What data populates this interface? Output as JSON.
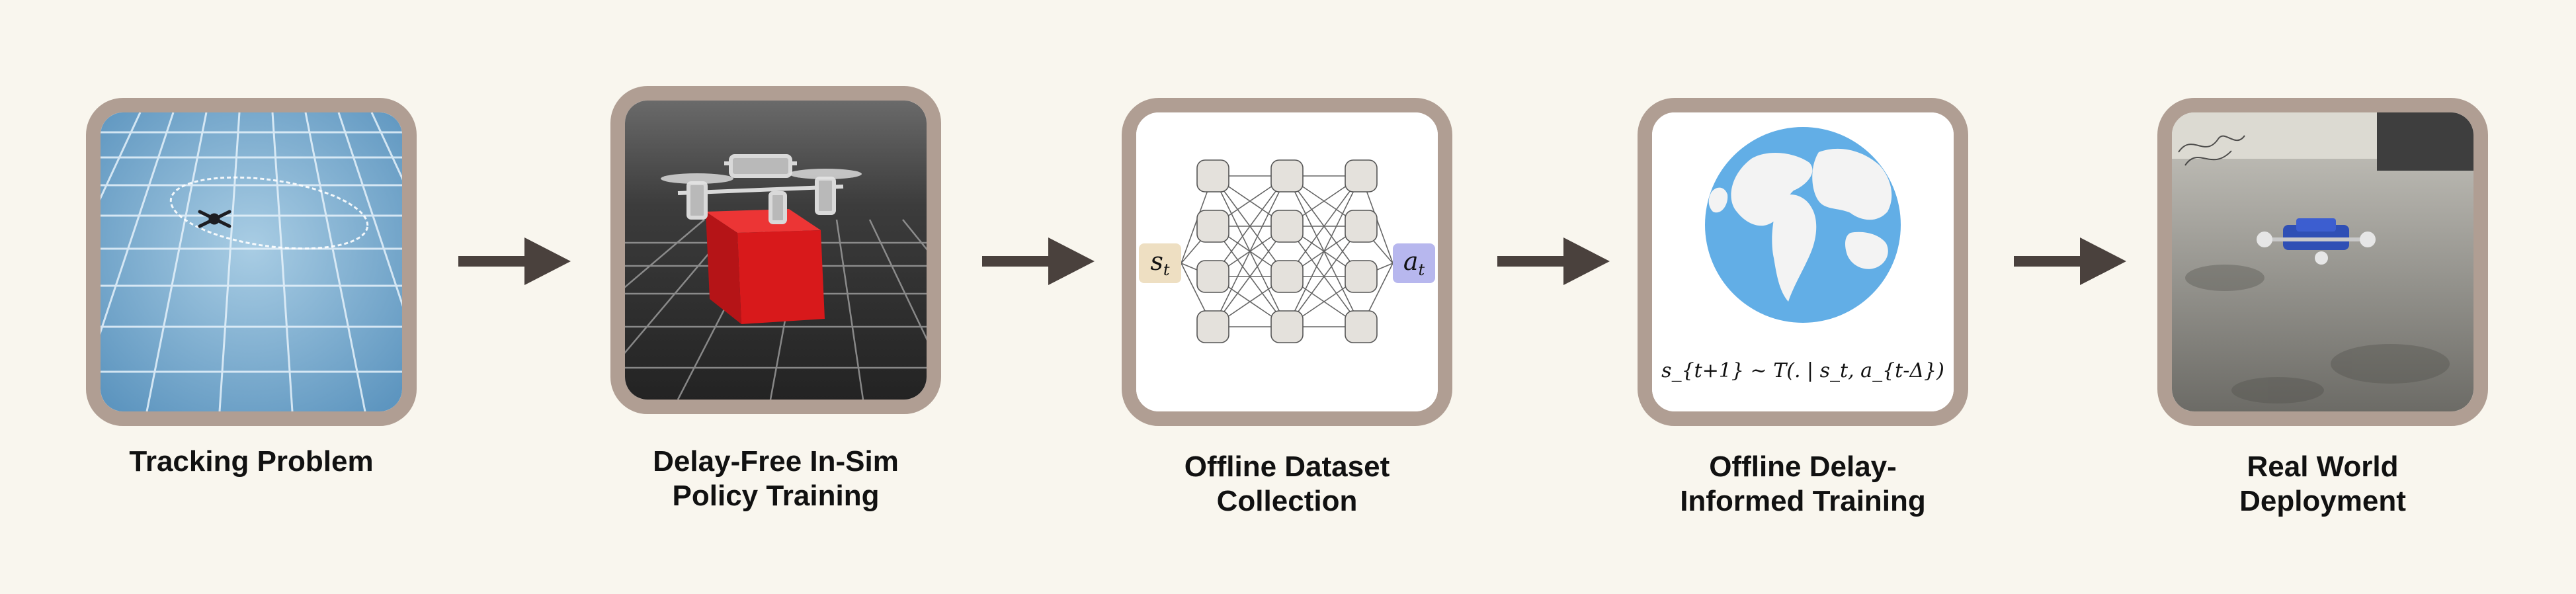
{
  "stages": [
    {
      "id": "tracking",
      "label_lines": [
        "Tracking Problem"
      ]
    },
    {
      "id": "sim-training",
      "label_lines": [
        "Delay-Free In-Sim",
        "Policy Training"
      ]
    },
    {
      "id": "dataset",
      "label_lines": [
        "Offline Dataset",
        "Collection"
      ],
      "input_symbol": "s",
      "input_sub": "t",
      "output_symbol": "a",
      "output_sub": "t"
    },
    {
      "id": "delay-training",
      "label_lines": [
        "Offline Delay-",
        "Informed Training"
      ],
      "formula": "s_{t+1} ~ T(. | s_t, a_{t-Δ})"
    },
    {
      "id": "deployment",
      "label_lines": [
        "Real World",
        "Deployment"
      ]
    }
  ],
  "colors": {
    "background": "#f9f6ee",
    "card_border": "#b09e93",
    "arrow": "#4a413d",
    "state_node": "#eedfc2",
    "action_node": "#b7b7ee",
    "globe_ocean": "#62aee6",
    "cube": "#d8191b"
  }
}
